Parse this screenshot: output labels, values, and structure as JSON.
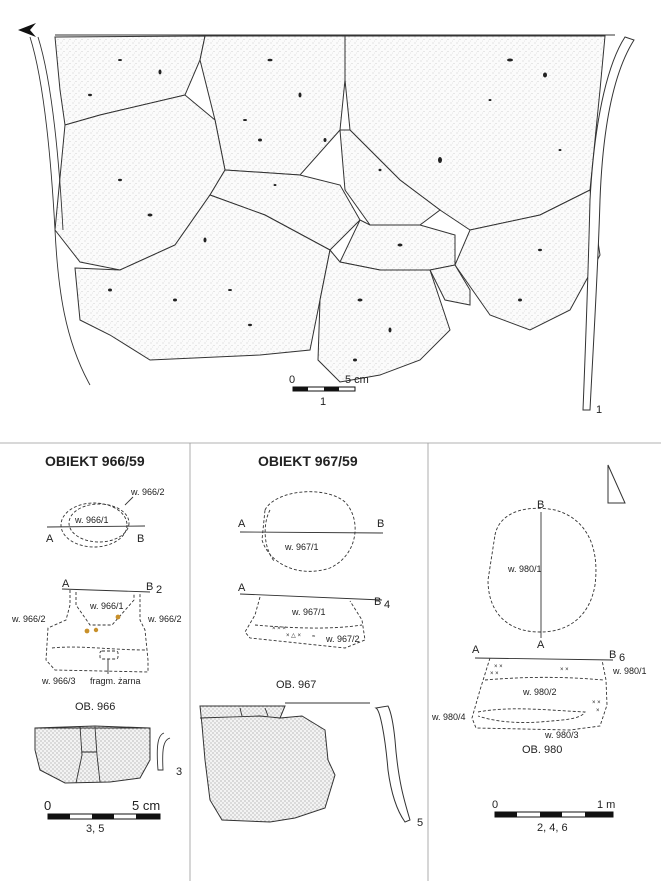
{
  "top": {
    "scale_zero": "0",
    "scale_end": "5 cm",
    "scale_ref": "1",
    "fig_number": "1"
  },
  "obiekt966": {
    "heading": "OBIEKT 966/59",
    "plan_labels": [
      "w. 966/2",
      "w. 966/1",
      "A",
      "B"
    ],
    "section_labels": [
      "A",
      "B",
      "2",
      "w. 966/1",
      "w. 966/2",
      "w. 966/2",
      "w. 966/3",
      "fragm. żarna"
    ],
    "ob_label": "OB. 966",
    "fig3": "3",
    "scale_zero": "0",
    "scale_end": "5 cm",
    "scale_ref": "3, 5"
  },
  "obiekt967": {
    "heading": "OBIEKT 967/59",
    "plan_labels": [
      "A",
      "B",
      "w. 967/1"
    ],
    "section_labels": [
      "A",
      "B",
      "4",
      "w. 967/1",
      "w. 967/2"
    ],
    "ob_label": "OB. 967",
    "fig5": "5"
  },
  "obiekt980": {
    "plan_labels": [
      "B",
      "w. 980/1",
      "A"
    ],
    "section_labels": [
      "A",
      "B",
      "6",
      "w. 980/1",
      "w. 980/2",
      "w. 980/4",
      "w. 980/3"
    ],
    "ob_label": "OB. 980",
    "scale_zero": "0",
    "scale_end": "1 m",
    "scale_ref": "2, 4, 6"
  },
  "colors": {
    "line": "#333333",
    "ochre": "#c8902a"
  }
}
